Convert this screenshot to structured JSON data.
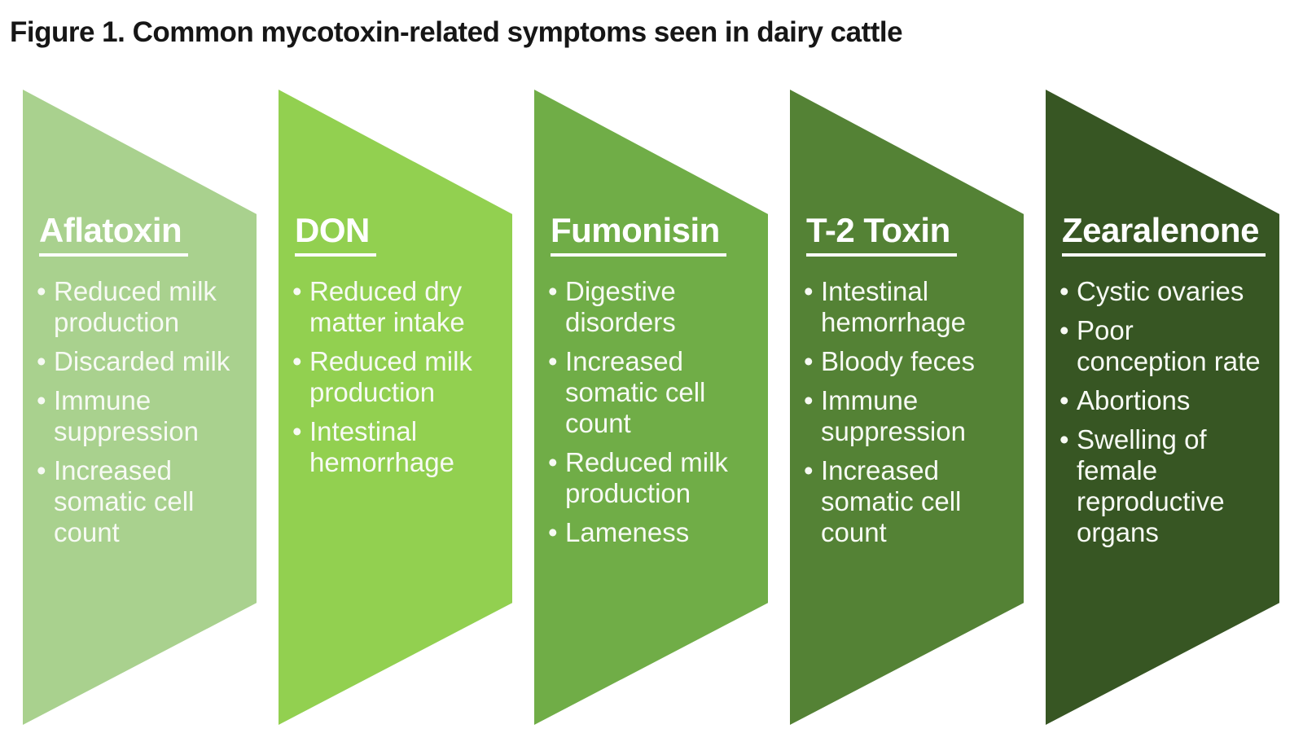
{
  "figure_title": "Figure 1. Common mycotoxin-related symptoms seen in dairy cattle",
  "bullet_glyph": "•",
  "text_color": "#ffffff",
  "shapes": [
    {
      "title": "Aflatoxin",
      "color": "#a9d18e",
      "items": [
        "Reduced milk production",
        "Discarded milk",
        "Immune suppression",
        "Increased somatic cell count"
      ]
    },
    {
      "title": "DON",
      "color": "#92d050",
      "items": [
        "Reduced dry matter intake",
        "Reduced milk production",
        "Intestinal hemorrhage"
      ]
    },
    {
      "title": "Fumonisin",
      "color": "#70ad47",
      "items": [
        "Digestive disorders",
        "Increased somatic cell count",
        "Reduced milk production",
        "Lameness"
      ]
    },
    {
      "title": "T-2 Toxin",
      "color": "#548235",
      "items": [
        "Intestinal hemorrhage",
        "Bloody feces",
        "Immune suppression",
        "Increased somatic cell count"
      ]
    },
    {
      "title": "Zearalenone",
      "color": "#375623",
      "items": [
        "Cystic ovaries",
        "Poor conception rate",
        "Abortions",
        "Swelling of female reproductive organs"
      ]
    }
  ]
}
